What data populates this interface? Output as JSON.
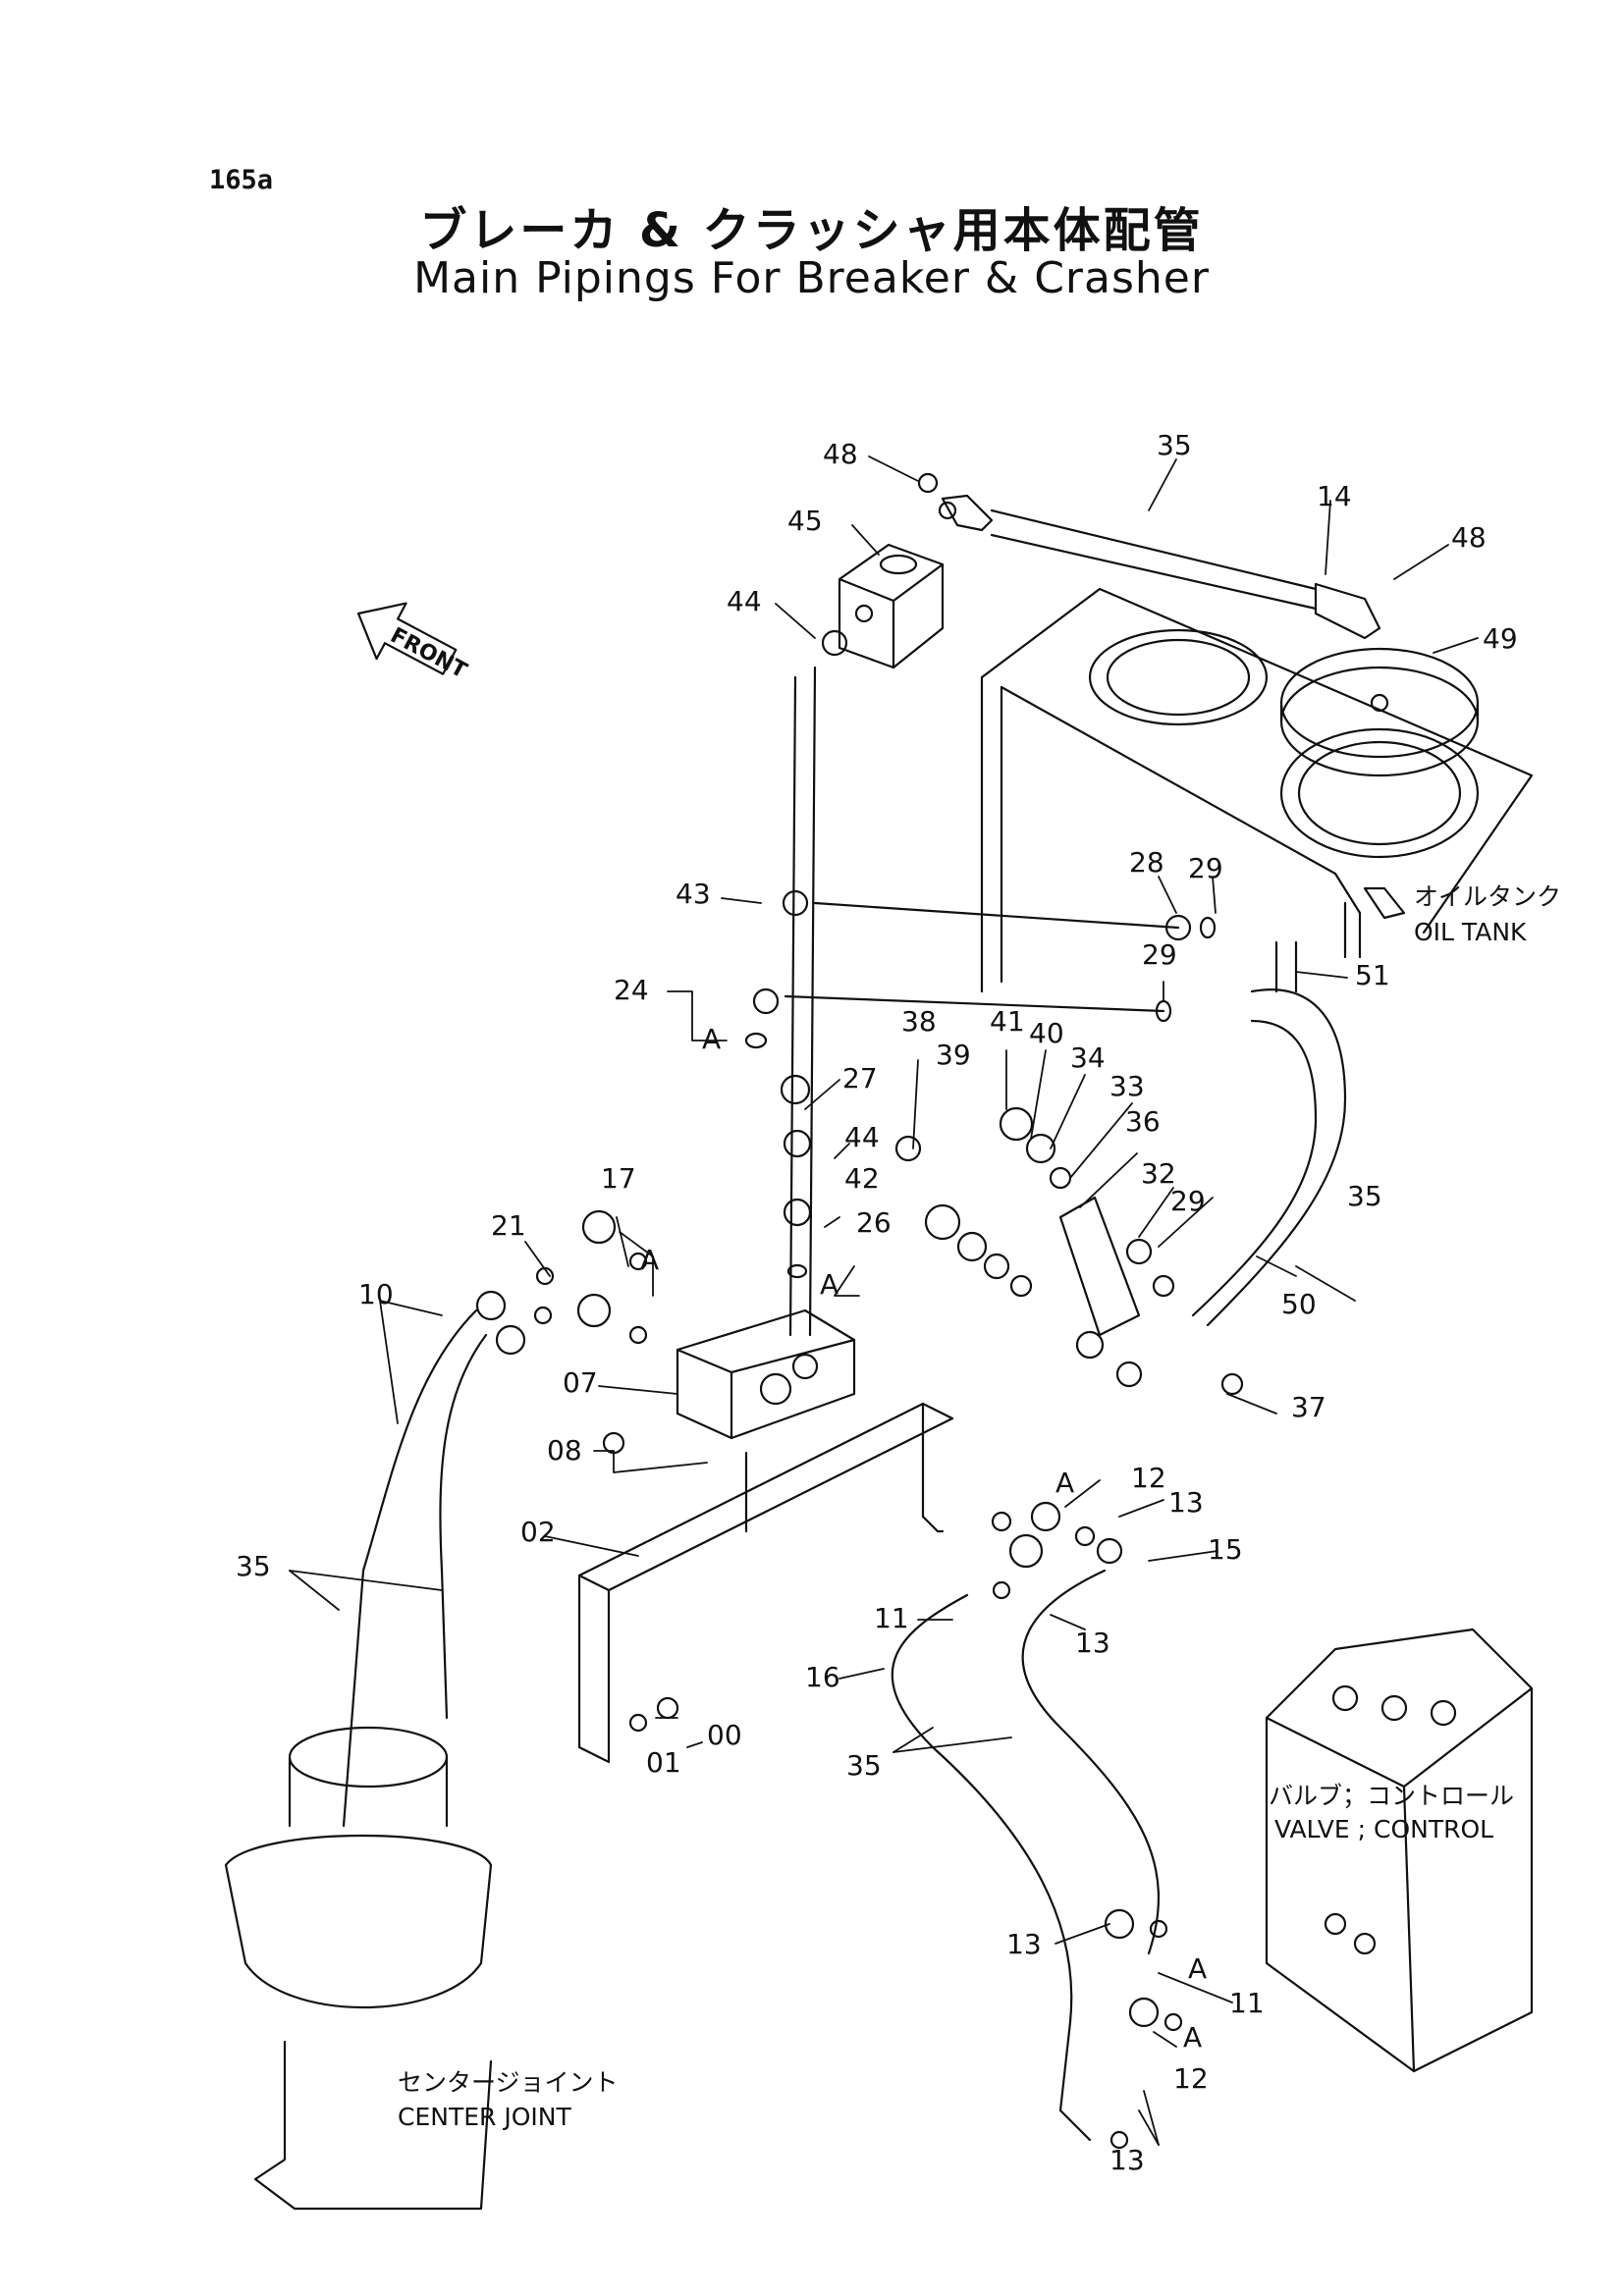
{
  "page_number": "165a",
  "title_jp": "ブレーカ & クラッシャ用本体配管",
  "title_en": "Main Pipings For Breaker & Crasher",
  "front_marker": "FRONT",
  "components": {
    "oil_tank": {
      "jp": "オイルタンク",
      "en": "OIL TANK"
    },
    "control_valve": {
      "jp": "バルブ；コントロール",
      "en": "VALVE ; CONTROL"
    },
    "center_joint": {
      "jp": "センタージョイント",
      "en": "CENTER JOINT"
    }
  },
  "callouts": {
    "p48a": "48",
    "p35a": "35",
    "p14": "14",
    "p48b": "48",
    "p45": "45",
    "p44a": "44",
    "p49": "49",
    "p43": "43",
    "p28": "28",
    "p29a": "29",
    "p29b": "29",
    "p51": "51",
    "p24": "24",
    "pA1": "A",
    "p27": "27",
    "p38": "38",
    "p39": "39",
    "p41": "41",
    "p40": "40",
    "p34": "34",
    "p33": "33",
    "p36": "36",
    "p44b": "44",
    "p42": "42",
    "p26": "26",
    "pA2": "A",
    "p32": "32",
    "p29c": "29",
    "p35b": "35",
    "p17": "17",
    "pA3": "A",
    "p21": "21",
    "p10": "10",
    "p07": "07",
    "p50": "50",
    "p08": "08",
    "p37": "37",
    "p02": "02",
    "pA4": "A",
    "p12a": "12",
    "p13a": "13",
    "p15": "15",
    "p35c": "35",
    "p11a": "11",
    "p13b": "13",
    "p16": "16",
    "p00": "00",
    "p01": "01",
    "p35d": "35",
    "p13c": "13",
    "pA5": "A",
    "p11b": "11",
    "pA6": "A",
    "p12b": "12",
    "p13d": "13"
  }
}
